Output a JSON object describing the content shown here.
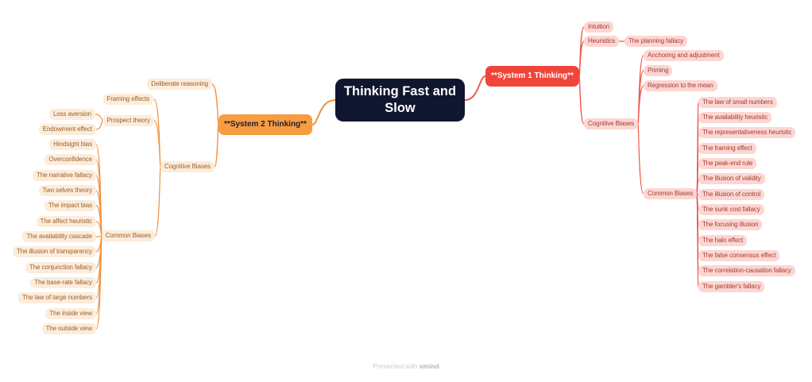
{
  "app": {
    "title": "Thinking Fast and Slow mind map",
    "footer": {
      "prefix": "Presented with ",
      "brand": "xmind"
    }
  },
  "colors": {
    "canvas": "#ffffff",
    "central_bg": "#11162f",
    "central_text": "#ffffff",
    "system1_bg": "#f0453a",
    "system1_text": "#ffffff",
    "system1_line": "#ee5a4e",
    "system1_leaf_bg": "#fcd6d2",
    "system1_leaf_text": "#a33c31",
    "system2_bg": "#f89c41",
    "system2_text": "#1c1e33",
    "system2_line": "#ec9346",
    "system2_leaf_bg": "#fcecdb",
    "system2_leaf_text": "#9c5f26",
    "footer_prefix_text": "#cccccc",
    "footer_brand_text": "#b5b5b5"
  },
  "mindmap": {
    "nodes": [
      {
        "id": "root",
        "label": "Thinking Fast and Slow",
        "parent": null,
        "side": "center",
        "role": "central"
      },
      {
        "id": "s1",
        "label": "**System 1 Thinking**",
        "parent": "root",
        "side": "right",
        "role": "main"
      },
      {
        "id": "intuition",
        "label": "Intuition",
        "parent": "s1",
        "side": "right",
        "role": "topic"
      },
      {
        "id": "heuristics",
        "label": "Heuristics",
        "parent": "s1",
        "side": "right",
        "role": "topic"
      },
      {
        "id": "planning",
        "label": "The planning fallacy",
        "parent": "heuristics",
        "side": "right",
        "role": "topic"
      },
      {
        "id": "cogbias_r",
        "label": "Cognitive Biases",
        "parent": "s1",
        "side": "right",
        "role": "topic"
      },
      {
        "id": "anchoring",
        "label": "Anchoring and adjustment",
        "parent": "cogbias_r",
        "side": "right",
        "role": "topic"
      },
      {
        "id": "priming",
        "label": "Priming",
        "parent": "cogbias_r",
        "side": "right",
        "role": "topic"
      },
      {
        "id": "regression",
        "label": "Regression to the mean",
        "parent": "cogbias_r",
        "side": "right",
        "role": "topic"
      },
      {
        "id": "commonbias_r",
        "label": "Common Biases",
        "parent": "cogbias_r",
        "side": "right",
        "role": "topic"
      },
      {
        "id": "r1",
        "label": "The law of small numbers",
        "parent": "commonbias_r",
        "side": "right",
        "role": "topic"
      },
      {
        "id": "r2",
        "label": "The availability heuristic",
        "parent": "commonbias_r",
        "side": "right",
        "role": "topic"
      },
      {
        "id": "r3",
        "label": "The representativeness heuristic",
        "parent": "commonbias_r",
        "side": "right",
        "role": "topic"
      },
      {
        "id": "r4",
        "label": "The framing effect",
        "parent": "commonbias_r",
        "side": "right",
        "role": "topic"
      },
      {
        "id": "r5",
        "label": "The peak-end rule",
        "parent": "commonbias_r",
        "side": "right",
        "role": "topic"
      },
      {
        "id": "r6",
        "label": "The illusion of validity",
        "parent": "commonbias_r",
        "side": "right",
        "role": "topic"
      },
      {
        "id": "r7",
        "label": "The illusion of control",
        "parent": "commonbias_r",
        "side": "right",
        "role": "topic"
      },
      {
        "id": "r8",
        "label": "The sunk cost fallacy",
        "parent": "commonbias_r",
        "side": "right",
        "role": "topic"
      },
      {
        "id": "r9",
        "label": "The focusing illusion",
        "parent": "commonbias_r",
        "side": "right",
        "role": "topic"
      },
      {
        "id": "r10",
        "label": "The halo effect",
        "parent": "commonbias_r",
        "side": "right",
        "role": "topic"
      },
      {
        "id": "r11",
        "label": "The false consensus effect",
        "parent": "commonbias_r",
        "side": "right",
        "role": "topic"
      },
      {
        "id": "r12",
        "label": "The correlation-causation fallacy",
        "parent": "commonbias_r",
        "side": "right",
        "role": "topic"
      },
      {
        "id": "r13",
        "label": "The gambler's fallacy",
        "parent": "commonbias_r",
        "side": "right",
        "role": "topic"
      },
      {
        "id": "s2",
        "label": "**System 2 Thinking**",
        "parent": "root",
        "side": "left",
        "role": "main"
      },
      {
        "id": "deliberate",
        "label": "Deliberate reasoning",
        "parent": "s2",
        "side": "left",
        "role": "topic"
      },
      {
        "id": "cogbias_l",
        "label": "Cognitive Biases",
        "parent": "s2",
        "side": "left",
        "role": "topic"
      },
      {
        "id": "framing_l",
        "label": "Framing effects",
        "parent": "cogbias_l",
        "side": "left",
        "role": "topic"
      },
      {
        "id": "prospect",
        "label": "Prospect theory",
        "parent": "cogbias_l",
        "side": "left",
        "role": "topic"
      },
      {
        "id": "loss",
        "label": "Loss aversion",
        "parent": "prospect",
        "side": "left",
        "role": "topic"
      },
      {
        "id": "endowment",
        "label": "Endowment effect",
        "parent": "prospect",
        "side": "left",
        "role": "topic"
      },
      {
        "id": "commonbias_l",
        "label": "Common Biases",
        "parent": "cogbias_l",
        "side": "left",
        "role": "topic"
      },
      {
        "id": "l1",
        "label": "Hindsight bias",
        "parent": "commonbias_l",
        "side": "left",
        "role": "topic"
      },
      {
        "id": "l2",
        "label": "Overconfidence",
        "parent": "commonbias_l",
        "side": "left",
        "role": "topic"
      },
      {
        "id": "l3",
        "label": "The narrative fallacy",
        "parent": "commonbias_l",
        "side": "left",
        "role": "topic"
      },
      {
        "id": "l4",
        "label": "Two selves theory",
        "parent": "commonbias_l",
        "side": "left",
        "role": "topic"
      },
      {
        "id": "l5",
        "label": "The impact bias",
        "parent": "commonbias_l",
        "side": "left",
        "role": "topic"
      },
      {
        "id": "l6",
        "label": "The affect heuristic",
        "parent": "commonbias_l",
        "side": "left",
        "role": "topic"
      },
      {
        "id": "l7",
        "label": "The availability cascade",
        "parent": "commonbias_l",
        "side": "left",
        "role": "topic"
      },
      {
        "id": "l8",
        "label": "The illusion of transparency",
        "parent": "commonbias_l",
        "side": "left",
        "role": "topic"
      },
      {
        "id": "l9",
        "label": "The conjunction fallacy",
        "parent": "commonbias_l",
        "side": "left",
        "role": "topic"
      },
      {
        "id": "l10",
        "label": "The base-rate fallacy",
        "parent": "commonbias_l",
        "side": "left",
        "role": "topic"
      },
      {
        "id": "l11",
        "label": "The law of large numbers",
        "parent": "commonbias_l",
        "side": "left",
        "role": "topic"
      },
      {
        "id": "l12",
        "label": "The inside view",
        "parent": "commonbias_l",
        "side": "left",
        "role": "topic"
      },
      {
        "id": "l13",
        "label": "The outside view",
        "parent": "commonbias_l",
        "side": "left",
        "role": "topic"
      }
    ]
  }
}
